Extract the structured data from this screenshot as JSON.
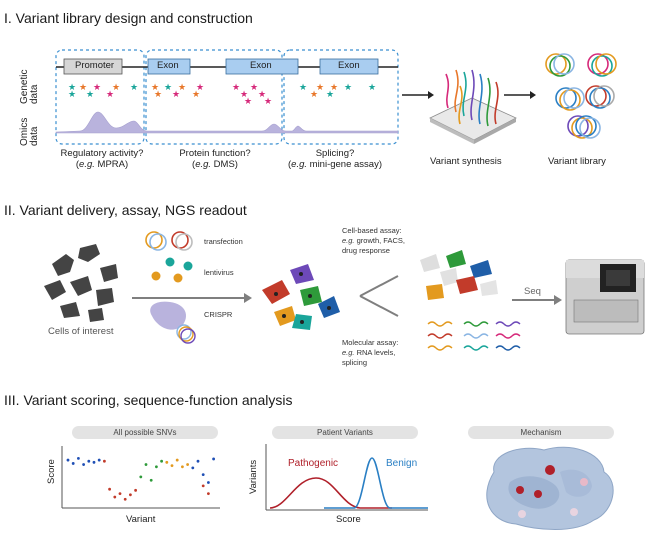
{
  "section1": {
    "title": "I.  Variant library design and construction",
    "row_label_genetic_1": "Genetic",
    "row_label_genetic_2": "data",
    "row_label_omics_1": "Omics",
    "row_label_omics_2": "data",
    "promoter_label": "Promoter",
    "exon1_label": "Exon",
    "exon2_label": "Exon",
    "exon3_label": "Exon",
    "q1_line1": "Regulatory activity?",
    "q1_eg": "e.g.",
    "q1_rest": " MPRA)",
    "q2_line1": "Protein function?",
    "q2_eg": "e.g.",
    "q2_rest": " DMS)",
    "q3_line1": "Splicing?",
    "q3_eg": "e.g.",
    "q3_rest": " mini-gene assay)",
    "synthesis_label": "Variant synthesis",
    "library_label": "Variant library"
  },
  "section2": {
    "title": "II.  Variant delivery, assay, NGS readout",
    "cells_label": "Cells of interest",
    "transfection_label": "transfection",
    "lentivirus_label": "lentivirus",
    "crispr_label": "CRISPR",
    "cell_assay_title": "Cell-based assay:",
    "cell_assay_eg": "e.g.",
    "cell_assay_rest1": " growth, FACS,",
    "cell_assay_rest2": "drug response",
    "mol_assay_title": "Molecular assay:",
    "mol_assay_eg": "e.g.",
    "mol_assay_rest1": " RNA levels,",
    "mol_assay_rest2": "splicing",
    "seq_label": "Seq"
  },
  "section3": {
    "title": "III.  Variant scoring, sequence-function analysis",
    "panel1_title": "All possible SNVs",
    "panel1_ylabel": "Score",
    "panel1_xlabel": "Variant",
    "panel2_title": "Patient Variants",
    "panel2_ylabel": "Variants",
    "panel2_xlabel": "Score",
    "pathogenic_label": "Pathogenic",
    "benign_label": "Benign",
    "panel3_title": "Mechanism"
  },
  "colors": {
    "promoter_fill": "#d6d6d6",
    "exon_fill": "#a9cdf0",
    "dashed_box": "#3a8fd0",
    "omics_fill": "#b9b3dd",
    "pathogenic": "#b0202a",
    "benign": "#2a7fc4",
    "arrow": "#7f7f7f",
    "star_orange": "#e8772a",
    "star_teal": "#1aa59a",
    "star_magenta": "#d6297a"
  },
  "chart_data": {
    "type": "scatter",
    "title": "All possible SNVs",
    "xlabel": "Variant",
    "ylabel": "Score",
    "series": [
      {
        "color": "#1f4fb5",
        "x": [
          1,
          2,
          3,
          4,
          5,
          6,
          7
        ],
        "y": [
          0.82,
          0.76,
          0.85,
          0.74,
          0.8,
          0.78,
          0.82
        ]
      },
      {
        "color": "#c23b2a",
        "x": [
          8,
          9,
          10,
          11,
          12,
          13,
          14
        ],
        "y": [
          0.8,
          0.3,
          0.16,
          0.22,
          0.12,
          0.2,
          0.28
        ]
      },
      {
        "color": "#2e9a3a",
        "x": [
          15,
          16,
          17,
          18,
          19
        ],
        "y": [
          0.52,
          0.74,
          0.46,
          0.7,
          0.8
        ]
      },
      {
        "color": "#e39a1f",
        "x": [
          20,
          21,
          22,
          23,
          24
        ],
        "y": [
          0.78,
          0.72,
          0.82,
          0.7,
          0.74
        ]
      },
      {
        "color": "#1f4fb5",
        "x": [
          25,
          26,
          27,
          28,
          29
        ],
        "y": [
          0.68,
          0.8,
          0.56,
          0.42,
          0.84
        ]
      },
      {
        "color": "#c23b2a",
        "x": [
          27,
          28
        ],
        "y": [
          0.36,
          0.22
        ]
      }
    ]
  }
}
